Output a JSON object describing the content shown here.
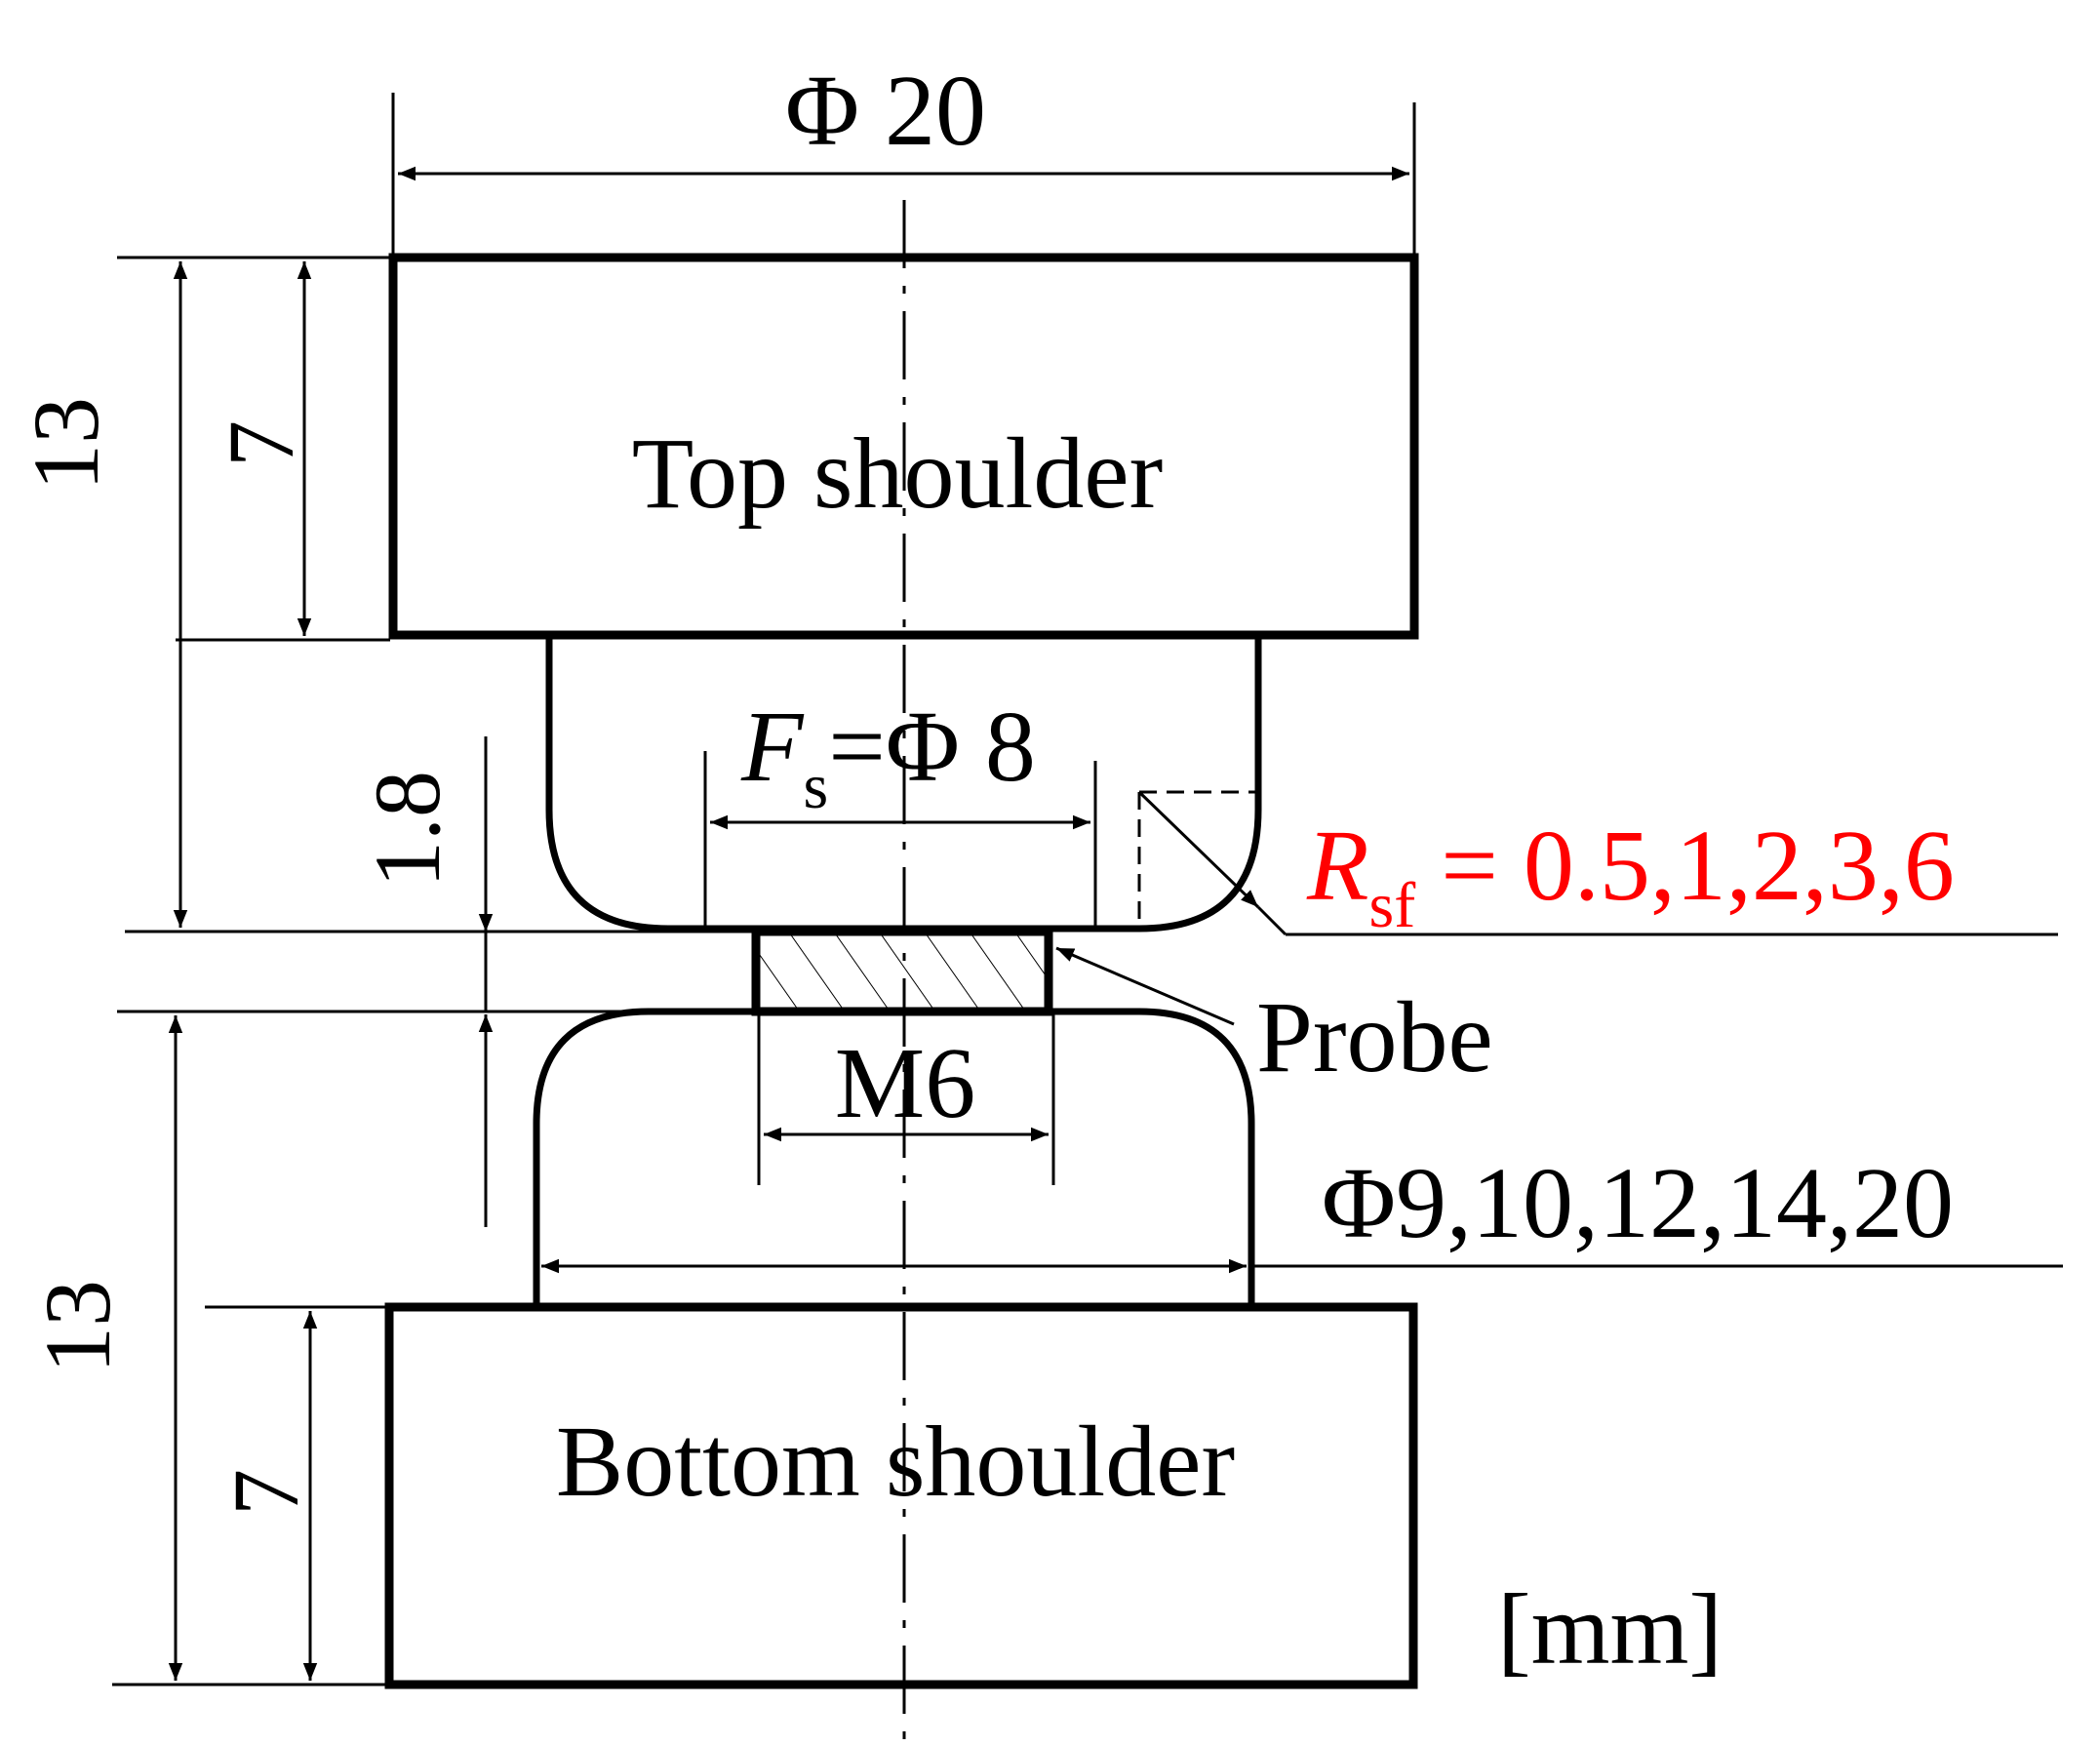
{
  "labels": {
    "top_shoulder": "Top shoulder",
    "bottom_shoulder": "Bottom shoulder",
    "probe": "Probe",
    "unit": "[mm]"
  },
  "dimensions": {
    "overall_diameter": "Φ 20",
    "top_height_total": "13",
    "top_height_shoulder": "7",
    "bottom_height_total": "13",
    "bottom_height_shoulder": "7",
    "gap": "1.8",
    "fs_symbol": "F",
    "fs_subscript": "s",
    "fs_value": "=Φ 8",
    "probe_thread": "M6",
    "bottom_diameters": "Φ9,10,12,14,20",
    "rsf_symbol": "R",
    "rsf_subscript": "sf",
    "rsf_values": " = 0.5,1,2,3,6"
  },
  "colors": {
    "ink": "#000000",
    "highlight": "#ff0000"
  }
}
